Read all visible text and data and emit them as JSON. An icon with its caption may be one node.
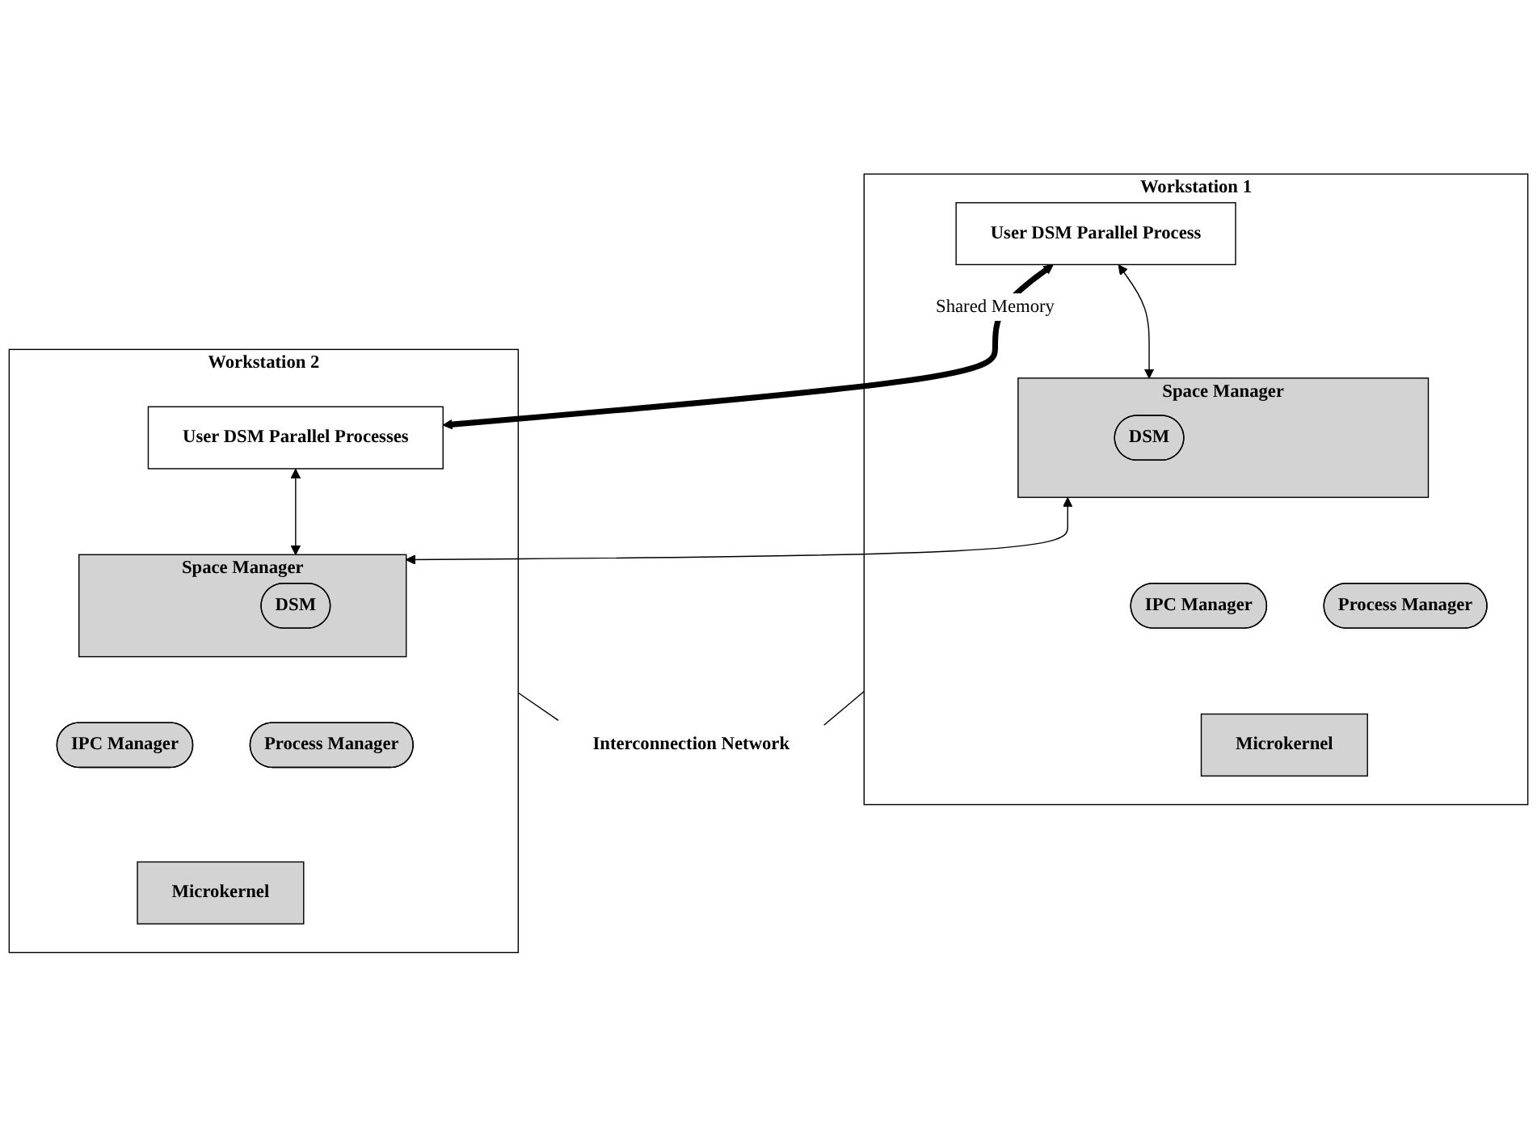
{
  "diagram": {
    "nodes": [
      {
        "text": [
          "Workstation 1"
        ]
      },
      {
        "text": [
          "User DSM Parallel Process"
        ],
        "in": 0
      },
      {
        "text": [
          "Space Manager"
        ],
        "in": 0
      },
      {
        "text": [
          "DSM"
        ],
        "in": 2
      },
      {
        "text": [
          "IPC Manager"
        ],
        "in": 0
      },
      {
        "text": [
          "Process Manager"
        ],
        "in": 0
      },
      {
        "text": [
          "Microkernel"
        ],
        "in": 0
      },
      {
        "text": [
          "Workstation 2"
        ]
      },
      {
        "text": [
          "User DSM Parallel Processes"
        ],
        "in": 7
      },
      {
        "text": [
          "Space Manager"
        ],
        "in": 7
      },
      {
        "text": [
          "DSM"
        ],
        "in": 9
      },
      {
        "text": [
          "IPC Manager"
        ],
        "in": 7
      },
      {
        "text": [
          "Process Manager"
        ],
        "in": 7
      },
      {
        "text": [
          "Microkernel"
        ],
        "in": 7
      },
      {
        "text": [
          "Interconnection Network"
        ]
      }
    ],
    "edges": [
      {
        "from": 1,
        "to": 8,
        "arrow": "both",
        "label": "Shared Memory",
        "style": "thick"
      },
      {
        "from": 1,
        "to": 2,
        "arrow": "both"
      },
      {
        "from": 8,
        "to": 9,
        "arrow": "both"
      },
      {
        "from": 2,
        "to": 9,
        "arrow": "both"
      },
      {
        "from": 0,
        "to": 14,
        "arrow": "none"
      },
      {
        "from": 7,
        "to": 14,
        "arrow": "none"
      }
    ]
  }
}
